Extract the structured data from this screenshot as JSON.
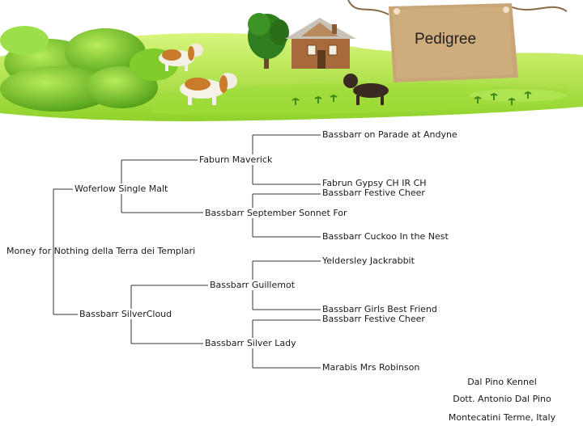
{
  "header": {
    "title": "Pedigree"
  },
  "pedigree": {
    "subject": "Money for Nothing della Terra dei Templari",
    "sire": "Woferlow Single Malt",
    "dam": "Bassbarr SilverCloud",
    "sire_sire": "Faburn Maverick",
    "sire_dam": "Bassbarr September Sonnet For",
    "dam_sire": "Bassbarr Guillemot",
    "dam_dam": "Bassbarr Silver Lady",
    "ggp": [
      "Bassbarr on Parade at Andyne",
      "Fabrun Gypsy CH IR CH",
      "Bassbarr Festive Cheer",
      "Bassbarr Cuckoo In the Nest",
      "Yeldersley Jackrabbit",
      "Bassbarr Girls Best Friend",
      "Bassbarr Festive Cheer",
      "Marabis Mrs Robinson"
    ]
  },
  "kennel": {
    "name": "Dal Pino Kennel",
    "owner": "Dott. Antonio Dal Pino",
    "location": "Montecatini Terme, Italy"
  },
  "colors": {
    "sky": "#ffffff",
    "grass_light": "#c8ee6a",
    "grass_dark": "#7cc41c",
    "tree_green": "#5aa51a",
    "tag_brown": "#c9a577",
    "line": "#333333"
  },
  "icons": [
    "hill-scene",
    "tree-icon",
    "house-icon",
    "basset-hound-icon",
    "dachshund-icon",
    "hanging-tag-icon"
  ]
}
